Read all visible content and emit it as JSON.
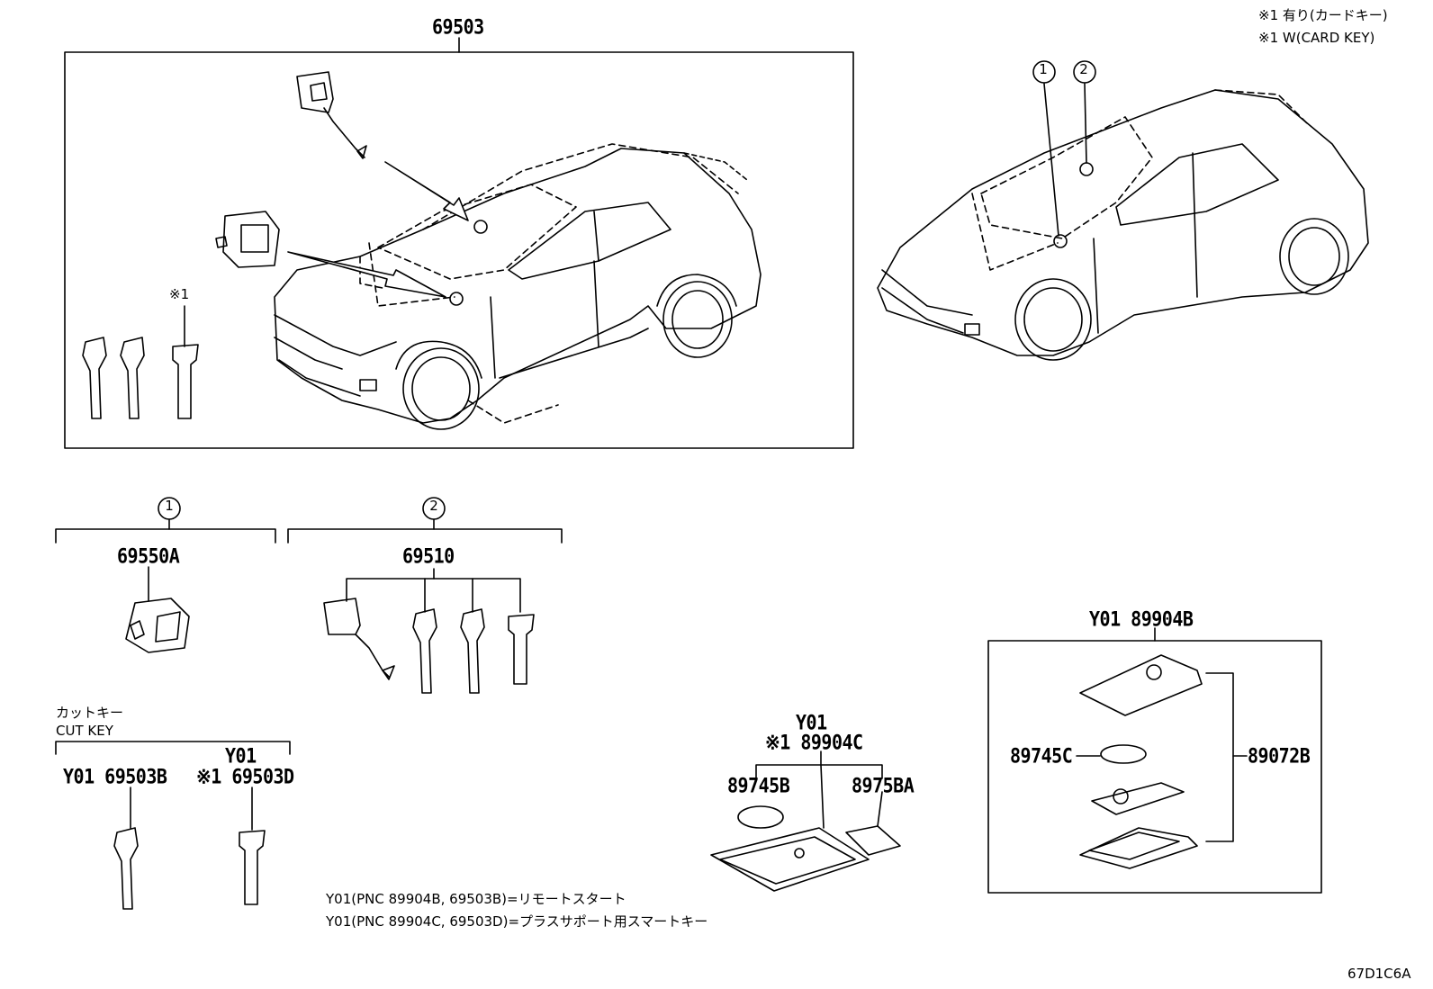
{
  "legend": {
    "line1": "※1 有り(カードキー)",
    "line2": "※1 W(CARD KEY)"
  },
  "parts": {
    "main_assembly": "69503",
    "circle1": "①",
    "circle2": "②",
    "ref_circle1": "①",
    "ref_circle2": "②",
    "note_mark": "※1",
    "cylinder": "69550A",
    "lock_set": "69510",
    "cut_key_jp": "カットキー",
    "cut_key_en": "CUT KEY",
    "key_b": "Y01 69503B",
    "key_d_prefix": "Y01",
    "key_d": "※1 69503D",
    "card_prefix": "Y01",
    "card_key": "※1 89904C",
    "card_battery": "89745B",
    "card_label": "8975BA",
    "smart_key": "Y01 89904B",
    "smart_battery": "89745C",
    "smart_case": "89072B"
  },
  "notes": {
    "line1": "Y01(PNC 89904B, 69503B)=リモートスタート",
    "line2": "Y01(PNC 89904C, 69503D)=プラスサポート用スマートキー"
  },
  "figure_code": "67D1C6A"
}
